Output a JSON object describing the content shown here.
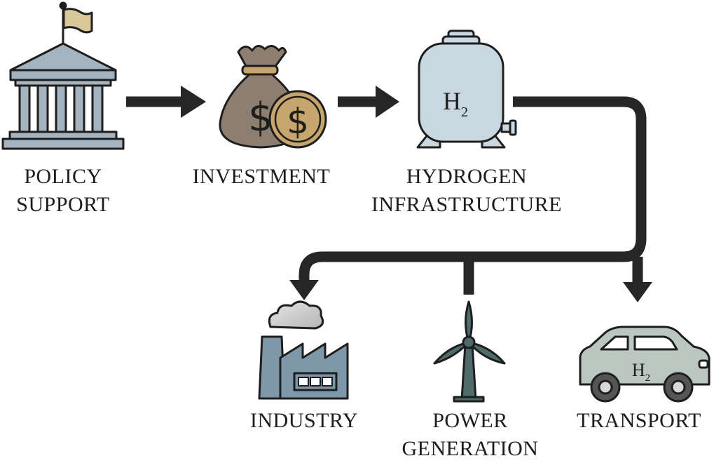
{
  "nodes": {
    "policy_support": {
      "line1": "POLICY",
      "line2": "SUPPORT",
      "icon": "government-building-icon"
    },
    "investment": {
      "line1": "INVESTMENT",
      "icon": "money-bag-icon"
    },
    "hydrogen_infrastructure": {
      "line1": "HYDROGEN",
      "line2": "INFRASTRUCTURE",
      "icon": "hydrogen-tank-icon",
      "tank_symbol": "H",
      "tank_subscript": "2"
    },
    "industry": {
      "line1": "INDUSTRY",
      "icon": "factory-icon"
    },
    "power_generation": {
      "line1": "POWER",
      "line2": "GENERATION",
      "icon": "wind-turbine-icon"
    },
    "transport": {
      "line1": "TRANSPORT",
      "icon": "car-icon",
      "car_symbol": "H",
      "car_subscript": "2"
    }
  },
  "money_symbol": "$",
  "colors": {
    "arrow": "#262626",
    "outline": "#1e1e1e",
    "building": "#a4b3bd",
    "flag": "#d9c79a",
    "bag": "#8d7e70",
    "coin": "#c6a56e",
    "tank": "#c9d7e0",
    "factory": "#7e98aa",
    "turbine": "#4f6b6c",
    "car": "#b9c7c0"
  }
}
